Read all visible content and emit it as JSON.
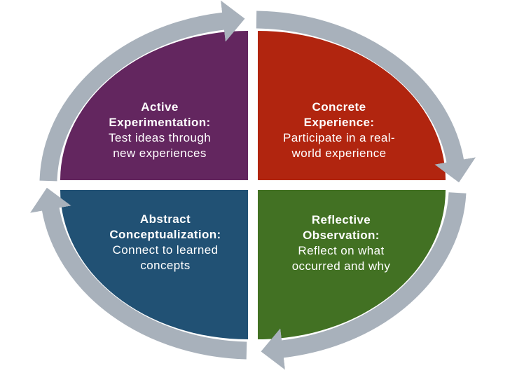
{
  "colors": {
    "background": "#FFFFFF",
    "arrow": "#A8B1BB",
    "label_text": "#FFFFFF"
  },
  "quadrants": [
    {
      "name": "active-experimentation",
      "color": "#63265F",
      "heading_lines": [
        "Active",
        "Experimentation:"
      ],
      "body_lines": [
        "Test ideas through",
        "new experiences"
      ]
    },
    {
      "name": "concrete-experience",
      "color": "#B1250F",
      "heading_lines": [
        "Concrete",
        "Experience:"
      ],
      "body_lines": [
        "Participate in a real-",
        "world experience"
      ]
    },
    {
      "name": "abstract-conceptualization",
      "color": "#215174",
      "heading_lines": [
        "Abstract",
        "Conceptualization:"
      ],
      "body_lines": [
        "Connect to learned",
        "concepts"
      ]
    },
    {
      "name": "reflective-observation",
      "color": "#427123",
      "heading_lines": [
        "Reflective",
        "Observation:"
      ],
      "body_lines": [
        "Reflect on what",
        "occurred and why"
      ]
    }
  ]
}
